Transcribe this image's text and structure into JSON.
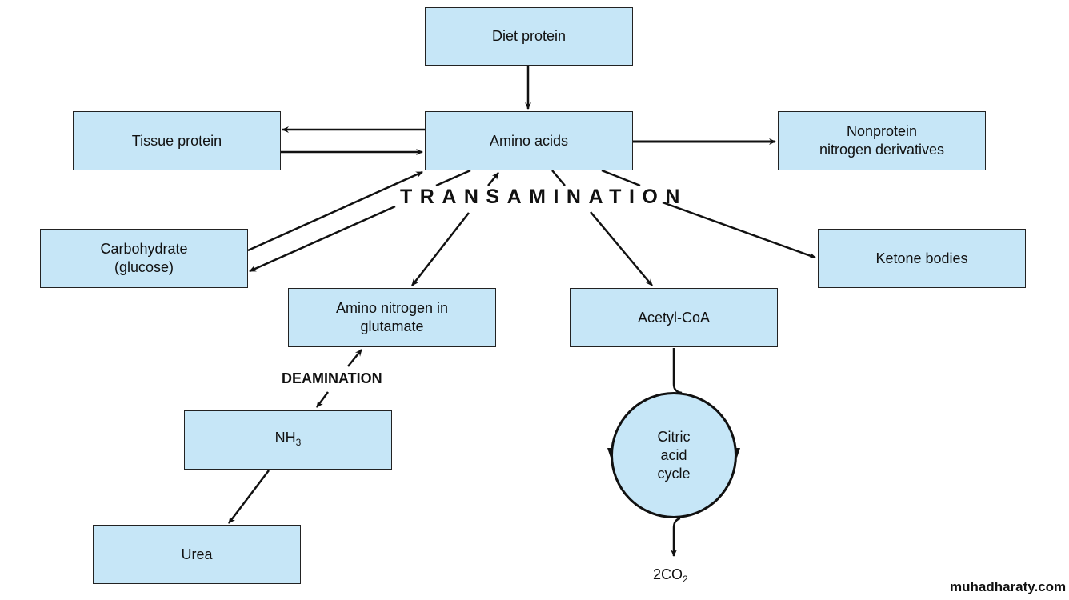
{
  "diagram": {
    "title": "Amino acid metabolism overview",
    "nodes": {
      "diet_protein": "Diet protein",
      "amino_acids": "Amino acids",
      "tissue_protein": "Tissue protein",
      "nonprotein_line1": "Nonprotein",
      "nonprotein_line2": "nitrogen derivatives",
      "carbohydrate_line1": "Carbohydrate",
      "carbohydrate_line2": "(glucose)",
      "ketone_bodies": "Ketone bodies",
      "glutamate_line1": "Amino nitrogen in",
      "glutamate_line2": "glutamate",
      "acetyl_coa": "Acetyl-CoA",
      "nh3_base": "NH",
      "nh3_sub": "3",
      "urea": "Urea",
      "citric_line1": "Citric",
      "citric_line2": "acid",
      "citric_line3": "cycle",
      "co2_base": "2CO",
      "co2_sub": "2"
    },
    "labels": {
      "transamination": "TRANSAMINATION",
      "deamination": "DEAMINATION"
    },
    "edges": [
      {
        "from": "Diet protein",
        "to": "Amino acids"
      },
      {
        "from": "Amino acids",
        "to": "Tissue protein"
      },
      {
        "from": "Tissue protein",
        "to": "Amino acids"
      },
      {
        "from": "Amino acids",
        "to": "Nonprotein nitrogen derivatives"
      },
      {
        "from": "Amino acids",
        "to": "Carbohydrate (glucose)"
      },
      {
        "from": "Carbohydrate (glucose)",
        "to": "Amino acids"
      },
      {
        "from": "Amino acids",
        "to": "Amino nitrogen in glutamate"
      },
      {
        "from": "Amino nitrogen in glutamate",
        "to": "Amino acids"
      },
      {
        "from": "Amino acids",
        "to": "Acetyl-CoA"
      },
      {
        "from": "Amino acids",
        "to": "Ketone bodies"
      },
      {
        "from": "Amino nitrogen in glutamate",
        "to": "NH3"
      },
      {
        "from": "NH3",
        "to": "Amino nitrogen in glutamate"
      },
      {
        "from": "NH3",
        "to": "Urea"
      },
      {
        "from": "Acetyl-CoA",
        "to": "Citric acid cycle"
      },
      {
        "from": "Citric acid cycle",
        "to": "2CO2"
      }
    ],
    "colors": {
      "box_fill": "#c6e6f7",
      "stroke": "#111111"
    }
  },
  "watermark": "muhadharaty.com"
}
